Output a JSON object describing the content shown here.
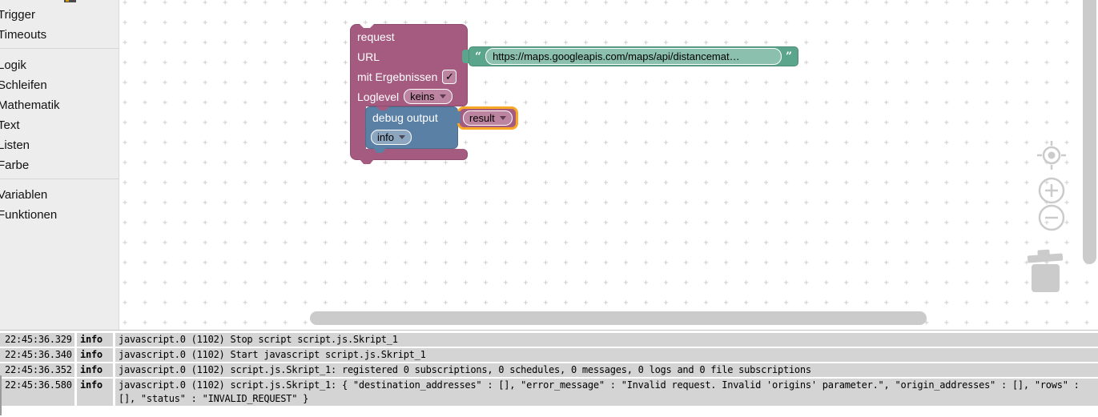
{
  "toolbox": {
    "groups": [
      {
        "items": [
          {
            "label": "Trigger"
          },
          {
            "label": "Timeouts"
          }
        ]
      },
      {
        "items": [
          {
            "label": "Logik"
          },
          {
            "label": "Schleifen"
          },
          {
            "label": "Mathematik"
          },
          {
            "label": "Text"
          },
          {
            "label": "Listen"
          },
          {
            "label": "Farbe"
          }
        ]
      },
      {
        "items": [
          {
            "label": "Variablen"
          },
          {
            "label": "Funktionen"
          }
        ]
      }
    ]
  },
  "canvas": {
    "request_block": {
      "title": "request",
      "url_label": "URL",
      "results_label": "mit Ergebnissen",
      "results_checked": "✓",
      "loglevel_label": "Loglevel",
      "loglevel_value": "keins"
    },
    "url_block": {
      "open_quote": "“",
      "close_quote": "”",
      "value": "https://maps.googleapis.com/maps/api/distancemat…"
    },
    "debug_block": {
      "label": "debug output",
      "variable": "result",
      "level": "info"
    }
  },
  "log": {
    "rows": [
      {
        "time": "22:45:36.329",
        "severity": "info",
        "message": "javascript.0 (1102) Stop script script.js.Skript_1"
      },
      {
        "time": "22:45:36.340",
        "severity": "info",
        "message": "javascript.0 (1102) Start javascript script.js.Skript_1"
      },
      {
        "time": "22:45:36.352",
        "severity": "info",
        "message": "javascript.0 (1102) script.js.Skript_1: registered 0 subscriptions, 0 schedules, 0 messages, 0 logs and 0 file subscriptions"
      },
      {
        "time": "22:45:36.580",
        "severity": "info",
        "message": "javascript.0 (1102) script.js.Skript_1: { \"destination_addresses\" : [], \"error_message\" : \"Invalid request. Invalid 'origins' parameter.\", \"origin_addresses\" : [], \"rows\" : [], \"status\" : \"INVALID_REQUEST\" }"
      }
    ]
  },
  "colors": {
    "request_block": "#a55b80",
    "text_block": "#5ba58c",
    "debug_block": "#5b80a5",
    "selection_outline": "#f9a825",
    "grid_mark": "#c8c8c8",
    "scrollbar": "#cbcbcb",
    "log_row_bg": "#d4d4d4",
    "toolbox_bg": "#ededed"
  }
}
